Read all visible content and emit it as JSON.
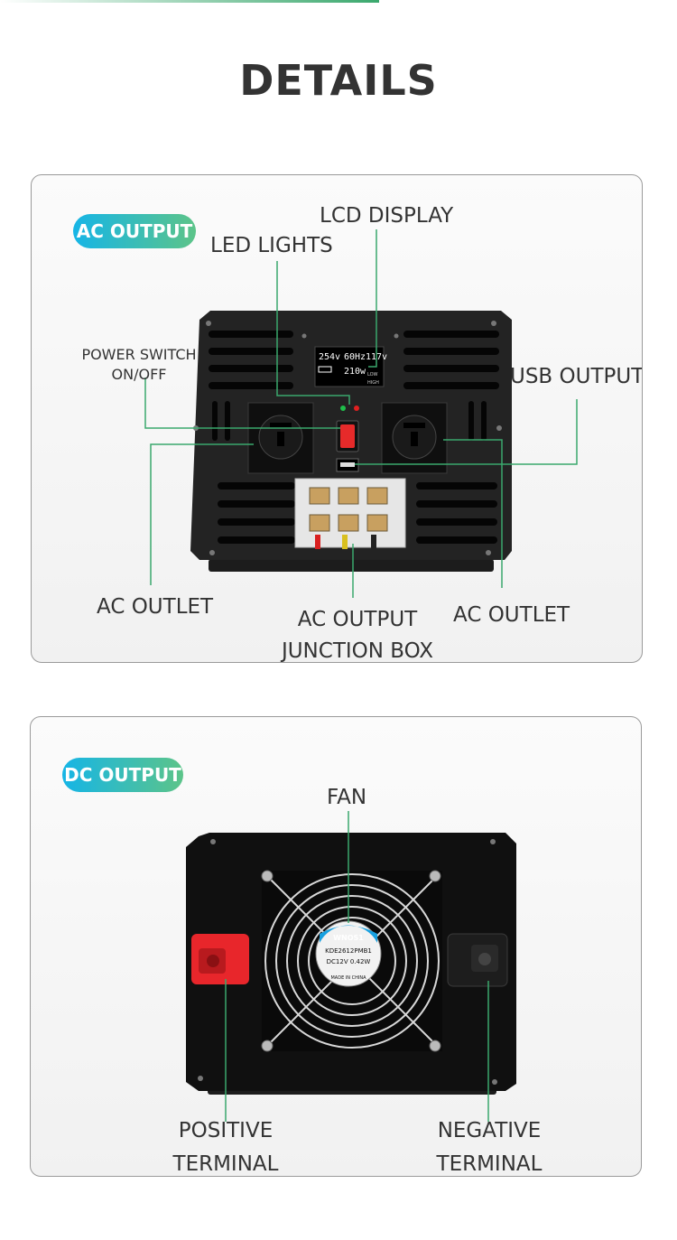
{
  "page": {
    "title": "DETAILS"
  },
  "ac_section": {
    "badge": "AC OUTPUT",
    "labels": {
      "lcd_display": "LCD DISPLAY",
      "led_lights": "LED LIGHTS",
      "power_switch_line1": "POWER SWITCH",
      "power_switch_line2": "ON/OFF",
      "usb_output": "USB OUTPUT",
      "ac_outlet_left": "AC OUTLET",
      "junction_line1": "AC OUTPUT",
      "junction_line2": "JUNCTION BOX",
      "ac_outlet_right": "AC OUTLET"
    },
    "lcd": {
      "volts_in": "254v",
      "freq": "60Hz",
      "volts_out": "117v",
      "watts": "210w",
      "low": "LOW",
      "high": "HIGH"
    }
  },
  "dc_section": {
    "badge": "DC OUTPUT",
    "labels": {
      "fan": "FAN",
      "positive_line1": "POSITIVE",
      "positive_line2": "TERMINAL",
      "negative_line1": "NEGATIVE",
      "negative_line2": "TERMINAL"
    },
    "fan_sticker": {
      "line1": "WNOS1",
      "line2": "KDE2612PMB1",
      "line3": "DC12V 0.42W",
      "line4": "MADE IN CHINA"
    }
  },
  "colors": {
    "leader_line": "#3aa86d",
    "badge_start": "#16b5e6",
    "badge_end": "#5cc489",
    "red_terminal": "#e8262b",
    "title": "#333333"
  }
}
